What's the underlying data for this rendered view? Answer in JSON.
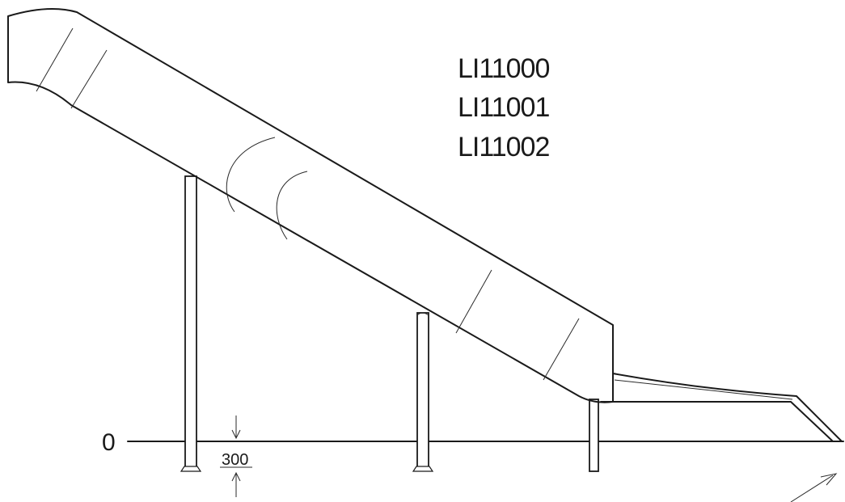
{
  "model_codes": [
    "LI11000",
    "LI11001",
    "LI11002"
  ],
  "ground_level_label": "0",
  "dimension_label": "300",
  "colors": {
    "line": "#1a1a1a",
    "background": "#ffffff"
  }
}
